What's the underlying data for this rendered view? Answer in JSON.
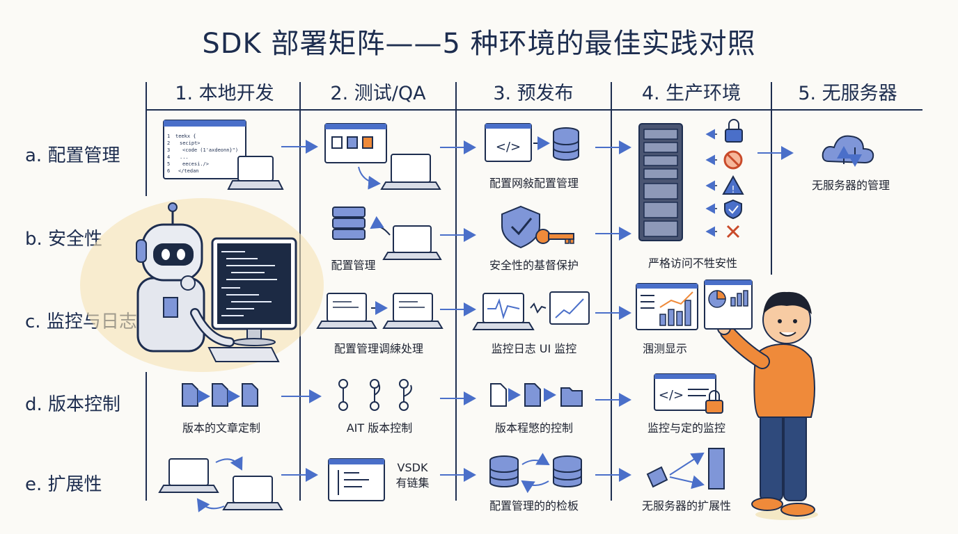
{
  "title": "SDK 部署矩阵——5 种环境的最佳实践对照",
  "columns": [
    "1. 本地开发",
    "2. 测试/QA",
    "3. 预发布",
    "4. 生产环境",
    "5. 无服务器"
  ],
  "rows": [
    "a. 配置管理",
    "b. 安全性",
    "c. 监控与日志",
    "d. 版本控制",
    "e. 扩展性"
  ],
  "captions": {
    "a3": "配置网敍配置管理",
    "a5": "无服务器的管理",
    "b2": "配置管理",
    "b3": "安全性的基督保护",
    "b4": "严格访问不牲安性",
    "c2": "配置管理调綀处理",
    "c3": "监控日志 UI 监控",
    "c4": "涠测显示",
    "d1": "版本的文章定制",
    "d2": "AIT 版本控制",
    "d3": "版本程慜的控制",
    "d4": "监控与定的监控",
    "e2": "VSDK\n有链集",
    "e3": "配置管理的的检板",
    "e4": "无服务器的扩展性"
  },
  "code_snippet": [
    "teekx {",
    "  secipt>",
    "    <code (1'axdeonn}\")",
    "  ...",
    "    eecesi./>",
    "  </tedan"
  ],
  "code_line_numbers": [
    "1",
    "2",
    "3",
    "4",
    "5",
    "6"
  ],
  "colors": {
    "ink": "#1d2d4f",
    "accent": "#4a6fc9",
    "fill": "#7f96d8",
    "hoodie": "#ef8a3a",
    "danger": "#c94a2a"
  }
}
